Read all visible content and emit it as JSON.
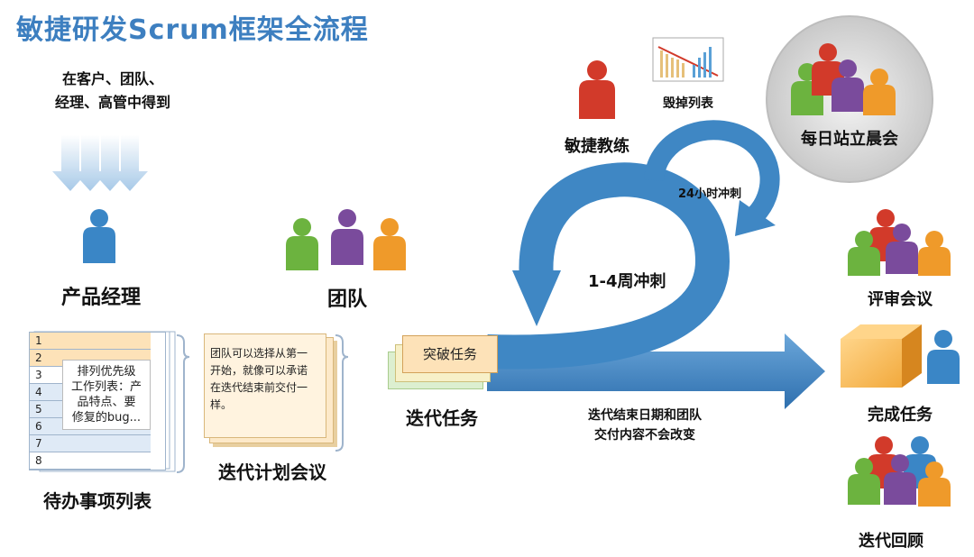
{
  "title": "敏捷研发Scrum框架全流程",
  "source": {
    "line1": "在客户、团队、",
    "line2": "经理、高管中得到"
  },
  "product_manager": "产品经理",
  "backlog": {
    "label": "待办事项列表",
    "rows": [
      "1",
      "2",
      "3",
      "4",
      "5",
      "6",
      "7",
      "8"
    ],
    "note": [
      "排列优先级",
      "工作列表：产",
      "品特点、要",
      "修复的bug..."
    ]
  },
  "planning": {
    "label": "迭代计划会议",
    "note": [
      "团队可以选择从第一",
      "开始，就像可以承诺",
      "在迭代结束前交付一",
      "样。"
    ]
  },
  "team": "团队",
  "sprint_backlog": {
    "card": "突破任务",
    "label": "迭代任务"
  },
  "sprint": {
    "label": "1-4周冲刺",
    "note": [
      "迭代结束日期和团队",
      "交付内容不会改变"
    ]
  },
  "daily": {
    "cycle": "24小时冲刺",
    "meeting": "每日站立晨会"
  },
  "coach": "敏捷教练",
  "burndown": "毁掉列表",
  "review": "评审会议",
  "done": "完成任务",
  "retro": "迭代回顾",
  "colors": {
    "title": "#3d7fc0",
    "arrow": "#3f87c4",
    "green": "#6cb33f",
    "purple": "#7a4b9c",
    "orange": "#ef9a2a",
    "red": "#d23a2a",
    "blue": "#3a86c6",
    "box": "#f0a53a"
  }
}
